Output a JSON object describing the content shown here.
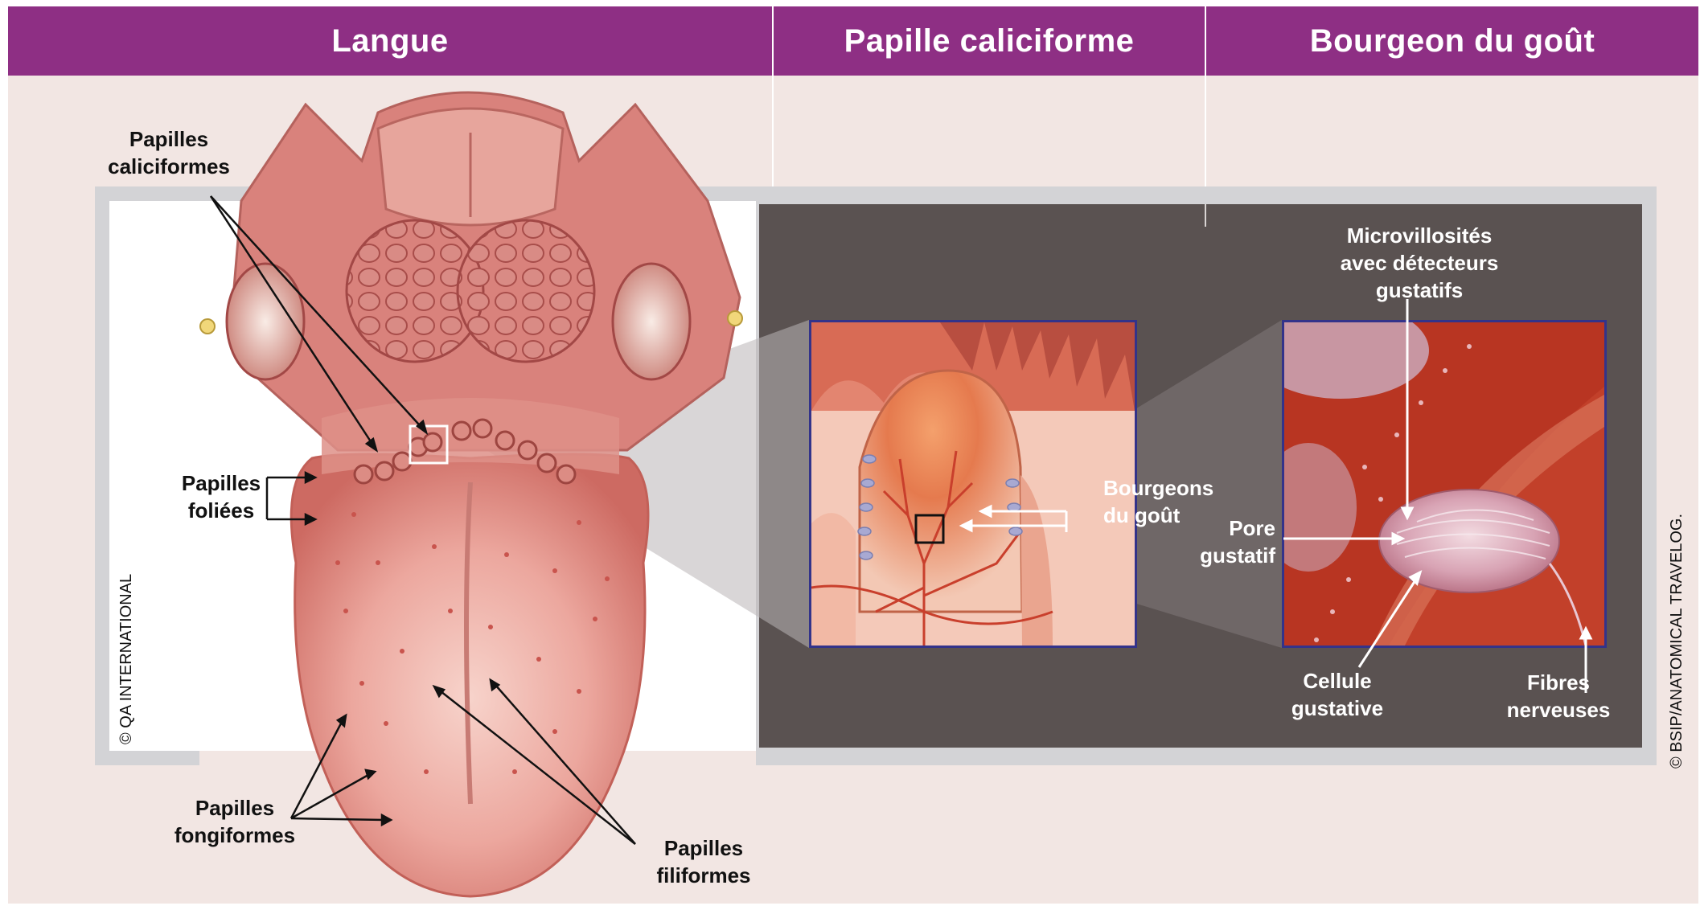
{
  "header": {
    "col1": "Langue",
    "col2": "Papille caliciforme",
    "col3": "Bourgeon du goût"
  },
  "labels": {
    "caliciformes": [
      "Papilles",
      "caliciformes"
    ],
    "foliees": [
      "Papilles",
      "foliées"
    ],
    "fongiformes": [
      "Papilles",
      "fongiformes"
    ],
    "filiformes": [
      "Papilles",
      "filiformes"
    ],
    "bourgeons": [
      "Bourgeons",
      "du goût"
    ],
    "microvillosites": [
      "Microvillosités",
      "avec détecteurs",
      "gustatifs"
    ],
    "pore": [
      "Pore",
      "gustatif"
    ],
    "cellule": [
      "Cellule",
      "gustative"
    ],
    "fibres": [
      "Fibres",
      "nerveuses"
    ]
  },
  "credits": {
    "left": "© QA INTERNATIONAL",
    "right": "© BSIP/ANATOMICAL TRAVELOG."
  },
  "colors": {
    "header": "#8e2f84",
    "background": "#f2e6e3",
    "dark_panel": "#5a5251",
    "frame": "#d3d3d6",
    "tongue": "#e79a92",
    "tissue": "#c23a26"
  }
}
